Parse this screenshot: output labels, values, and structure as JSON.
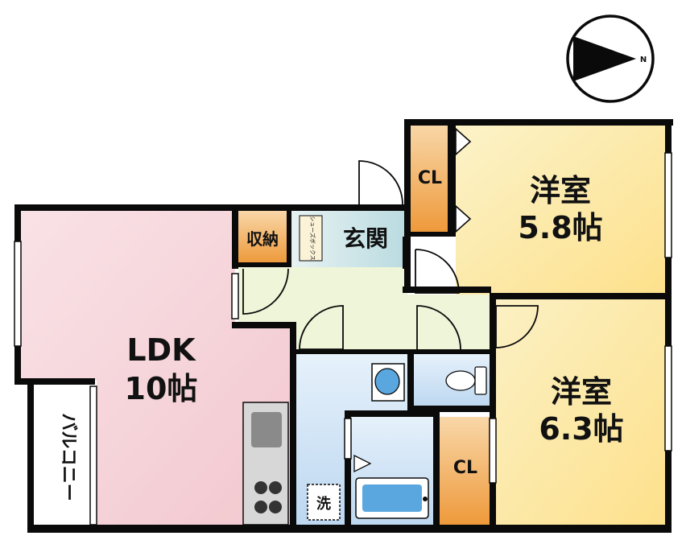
{
  "compass": {
    "label": "N"
  },
  "rooms": {
    "ldk": {
      "name": "LDK",
      "size": "10帖"
    },
    "western1": {
      "name": "洋室",
      "size": "5.8帖"
    },
    "western2": {
      "name": "洋室",
      "size": "6.3帖"
    },
    "closet1": {
      "label": "CL"
    },
    "closet2": {
      "label": "CL"
    },
    "storage": {
      "label": "収納"
    },
    "entrance": {
      "label": "玄関"
    },
    "shoe_box": {
      "label": "シューズボックス"
    },
    "balcony": {
      "label": "バルコニー"
    },
    "laundry": {
      "label": "洗"
    }
  },
  "colors": {
    "ldk": "#f6d6da",
    "western": "#fde79a",
    "closet": "#f0a545",
    "storage": "#f2b864",
    "entrance": "#c4e0e3",
    "hallway": "#eef5d8",
    "wet_area": "#cfe3f6",
    "wall": "#0a0a0a"
  }
}
